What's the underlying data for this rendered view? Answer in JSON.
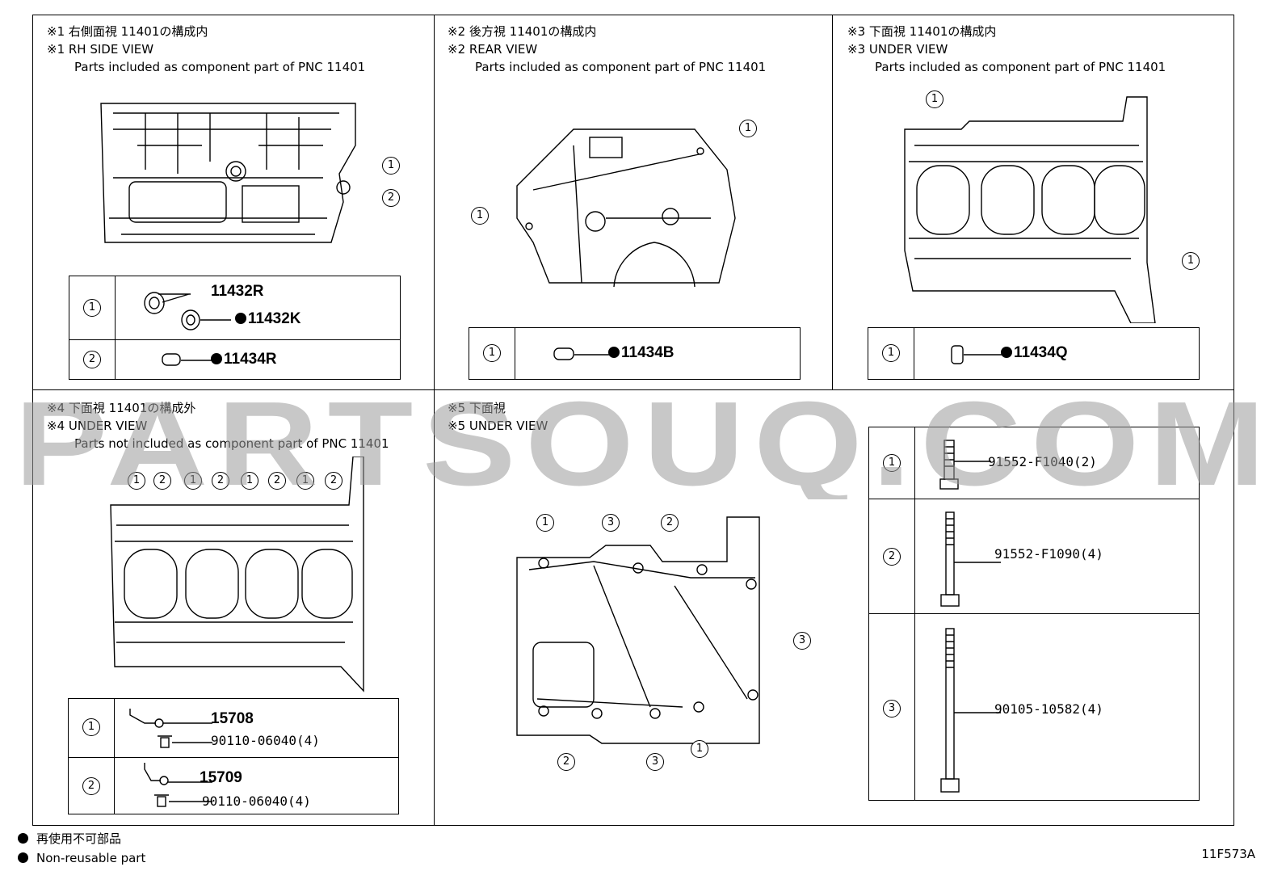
{
  "panels": [
    {
      "id": "rh",
      "line1": "※1 右側面視 11401の構成内",
      "line2": "※1 RH SIDE VIEW",
      "line3": "Parts included as component part of PNC 11401"
    },
    {
      "id": "rear",
      "line1": "※2 後方視 11401の構成内",
      "line2": "※2 REAR VIEW",
      "line3": "Parts included as component part of PNC 11401"
    },
    {
      "id": "under3",
      "line1": "※3 下面視 11401の構成内",
      "line2": "※3 UNDER VIEW",
      "line3": "Parts included as component part of PNC 11401"
    },
    {
      "id": "under4",
      "line1": "※4 下面視 11401の構成外",
      "line2": "※4 UNDER VIEW",
      "line3": "Parts not included as component part of PNC 11401"
    },
    {
      "id": "under5",
      "line1": "※5 下面視",
      "line2": "※5 UNDER VIEW",
      "line3": ""
    }
  ],
  "callout_numbers": [
    "1",
    "2",
    "3"
  ],
  "tables": {
    "rh": [
      {
        "idx": "1",
        "parts": [
          "11432R",
          "11432K"
        ]
      },
      {
        "idx": "2",
        "parts": [
          "11434R"
        ]
      }
    ],
    "rear": [
      {
        "idx": "1",
        "parts": [
          "11434B"
        ]
      }
    ],
    "under3": [
      {
        "idx": "1",
        "parts": [
          "11434Q"
        ]
      }
    ],
    "under4": [
      {
        "idx": "1",
        "parts": [
          "15708",
          "90110-06040(4)"
        ]
      },
      {
        "idx": "2",
        "parts": [
          "15709",
          "90110-06040(4)"
        ]
      }
    ],
    "under5": [
      {
        "idx": "1",
        "parts": [
          "91552-F1040(2)"
        ]
      },
      {
        "idx": "2",
        "parts": [
          "91552-F1090(4)"
        ]
      },
      {
        "idx": "3",
        "parts": [
          "90105-10582(4)"
        ]
      }
    ]
  },
  "legend": {
    "jp": "再使用不可部品",
    "en": "Non-reusable part"
  },
  "illustration_code": "11F573A",
  "watermark": "PARTSOUQ.COM"
}
